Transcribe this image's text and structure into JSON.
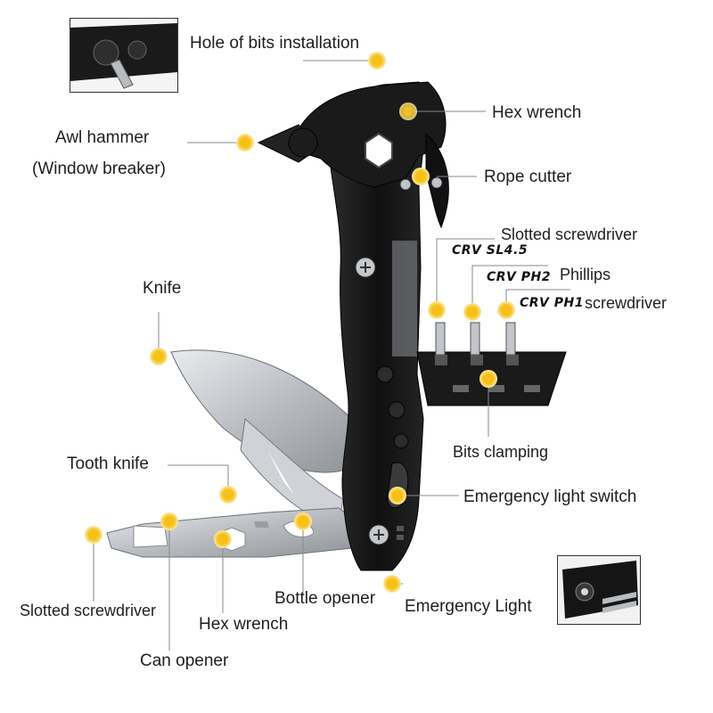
{
  "colors": {
    "marker": "#f5c018",
    "marker_glow": "#fde9a6",
    "leader_line": "#8a8a8a",
    "tool_body": "#141414",
    "blade": "#c9ccd0"
  },
  "labels": {
    "hole_of_bits": "Hole of bits installation",
    "hex_wrench_top": "Hex wrench",
    "awl_hammer": "Awl hammer",
    "window_breaker": "(Window breaker)",
    "rope_cutter": "Rope cutter",
    "slotted_top": "Slotted screwdriver",
    "phillips": "Phillips",
    "screwdriver": "screwdriver",
    "knife": "Knife",
    "bits_clamping": "Bits clamping",
    "tooth_knife": "Tooth knife",
    "emergency_switch": "Emergency light switch",
    "slotted_bottom": "Slotted screwdriver",
    "bottle_opener": "Bottle opener",
    "emergency_light": "Emergency Light",
    "hex_wrench_bottom": "Hex wrench",
    "can_opener": "Can opener"
  },
  "bits": {
    "sl": "CRV SL4.5",
    "ph2": "CRV PH2",
    "ph1": "CRV PH1"
  }
}
